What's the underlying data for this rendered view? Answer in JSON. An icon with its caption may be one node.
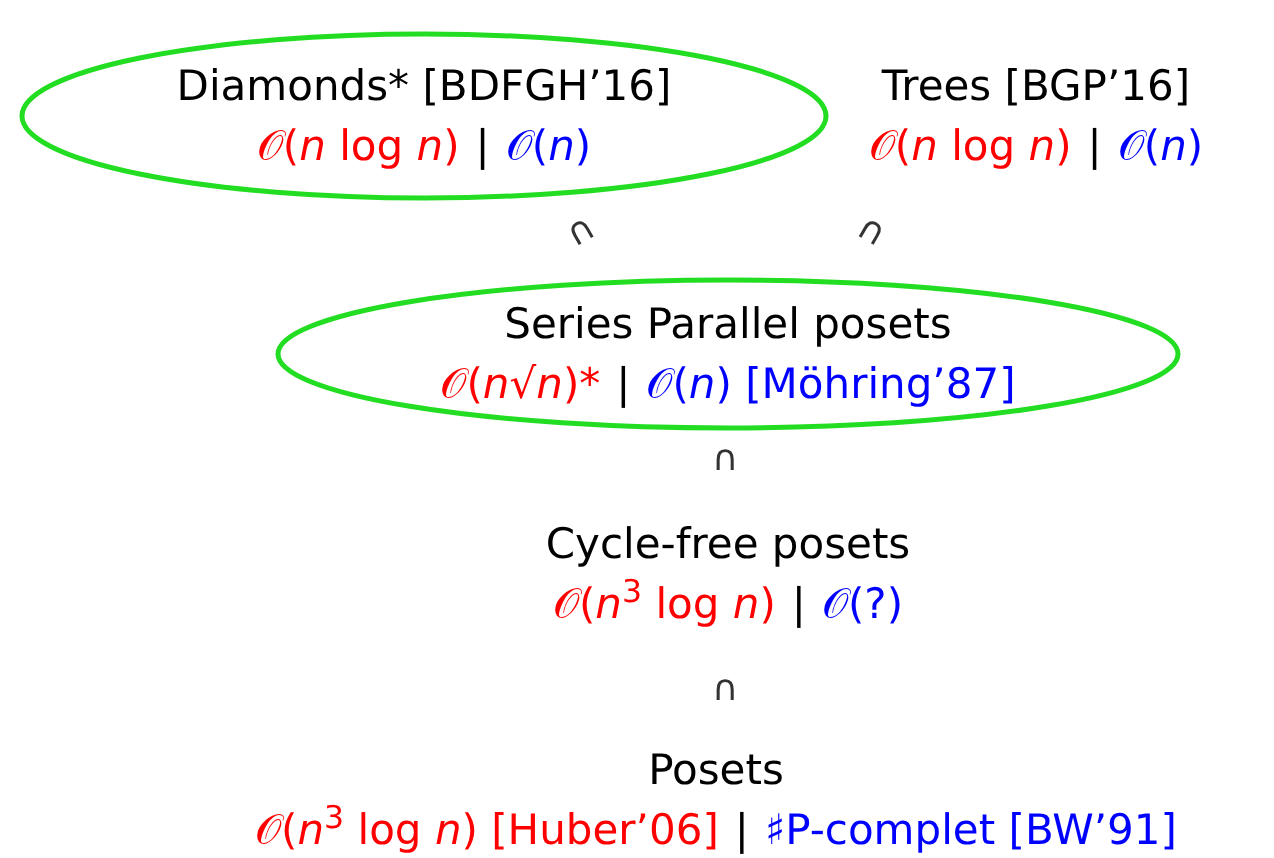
{
  "diagram": {
    "nodes": [
      {
        "text": [
          "Diamonds* [BDFGH’16]",
          "𝒪(*n* log *n*)",
          "|",
          "𝒪(*n*)"
        ]
      },
      {
        "text": [
          "Trees [BGP’16]",
          "𝒪(*n* log *n*)",
          "|",
          "𝒪(*n*)"
        ]
      },
      {
        "text": [
          "Series Parallel posets",
          "𝒪(*n*√*n*)*",
          "|",
          "𝒪(*n*) [Möhring’87]"
        ]
      },
      {
        "text": [
          "Cycle-free posets",
          "𝒪(*n*$^{3}$ log *n*)",
          "|",
          "𝒪(?)"
        ]
      },
      {
        "text": [
          "Posets",
          "𝒪(*n*$^{3}$ log *n*) [Huber’06]",
          "|",
          "♯P-complet [BW’91]"
        ]
      }
    ],
    "labels": [
      "∩",
      "∩",
      "∩",
      "∩"
    ]
  }
}
